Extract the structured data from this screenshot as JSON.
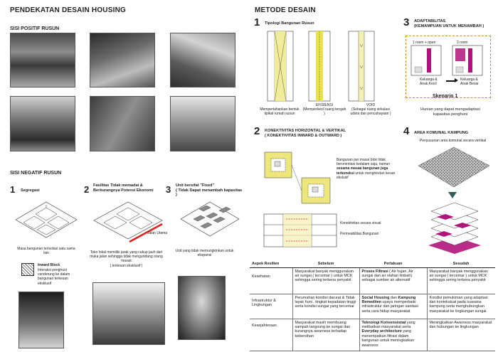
{
  "left": {
    "title": "PENDEKATAN DESAIN  HOUSING",
    "positive_heading": "SISI POSITIF RUSUN",
    "negative_heading": "SISI NEGATIF RUSUN",
    "issues": [
      {
        "number": "1",
        "title": "Segregasi",
        "caption": "Masa bangunan terisolasi satu sama lain"
      },
      {
        "number": "2",
        "title": "Fasilitas Tidak memadai &\nBerkurangnya Potensi Ekonomi",
        "caption": "Toko lokal memiliki jarak yang cukup jauh dari muka jalan sehingga tidak mengundang orang masuk\n( terkesan eksklusif )",
        "road_label": "Jalan Utama"
      },
      {
        "number": "3",
        "title": "Unit bersifat \"Fixed\"\n( Tidak Dapat menambah kapasitas )",
        "caption": "Unit yang tidak memungkinkan untuk ekspansi"
      }
    ],
    "inward_block": {
      "title": "Inward Block",
      "text": "Interaksi penghuni cenderung ke dalam bangunan terkesan eksklusif"
    }
  },
  "right": {
    "title": "METODE DESAIN",
    "sec1": {
      "number": "1",
      "title": "Tipologi Bangunan Rusun",
      "captions": [
        "Mempertahankan bentuk tipikal rumah susun",
        "EFISIENSI\n(Memperkecil ruang tengah )",
        "VOID\n(Sebagai ruang sirkulasi udara dan pencahayaan )"
      ]
    },
    "sec2": {
      "number": "2",
      "title": "KONEKTIVITAS HORIZONTAL & VERTIKAL\n( KONEKTIVITAS INWARD & OUTWARD )",
      "desc_plain_1": "Bangunan per masa/ blok tidak berorientasi kedalam saja, namun ",
      "desc_bold": "sesama masaa bangunan juga terkoneksi",
      "desc_plain_2": " untuk menghindari kesan ekslusif",
      "label_vertical": "Konektivitas secara visual",
      "label_horizontal": "Permeabilitas Bangunan"
    },
    "sec3": {
      "number": "3",
      "title": "ADAPTABILITAS\n(KEMAMPUAN UNTUK MENAMBAH )",
      "unit_a": "1 room + open",
      "unit_b": "2 room",
      "family_a": "Keluarga &\nAnak Kecil",
      "family_b": "Keluarga &\nAnak Besar",
      "scenario": "Skenario 1",
      "caption": "Hunian yang dapat mengadaptasi kapasitas penghuni"
    },
    "sec4": {
      "number": "4",
      "title": "AREA KOMUNAL KAMPUNG",
      "caption": "Penyusunan area komunal secara vertikal"
    }
  },
  "table": {
    "headers": [
      "Aspek Resilien",
      "Sebelum",
      "Perlakuan",
      "Sesudah"
    ],
    "rows": [
      {
        "aspect": "Kesehatan",
        "before": "Masyarakat banyak menggunakan air sungai ( tercemar ) untuk MCK sehingga sering terkena penyakit",
        "treat_bold": "Proses Filtrasi",
        "treat_rest": " ( Air hujan, Air sungai dan air olahan limbah) sebagai sumber air alternatif",
        "after": "Masyarakat banyak menggunakan air sungai ( tercemar ) untuk MCK sehingga sering terkena penyakit"
      },
      {
        "aspect": "Infrastruktur & Lingkungan",
        "before": "Perumahan kondisi darurat & Tidak layak huni , tingkat kepadatan tinggi serta kondisi sungai yang tercemar",
        "treat_bold": "Social Housing",
        "treat_mid": " dan ",
        "treat_bold2": "Kampung Remediten",
        "treat_rest": " upaya memperbaiki infrastruktur dan jaringan sanitasi serta cara hidup masyarakat",
        "after": "Kondisi pemukiman  yang adaptasi dan kontekstual pada suasana kampung serta menghubungkan masyarakat ke lingkungan sungai"
      },
      {
        "aspect": "Kesejahteraan",
        "before": "Masyarakat masih membuang sampah langsung ke sungai dan kurangnya awarness terhadap kebersihan",
        "treat_bold": "Teknologi Konvensional",
        "treat_mid": " yang melibatkan masyarakat serta ",
        "treat_bold2": "Everyday architecture",
        "treat_rest": " yang menempatkan filtrasi dalam bangunan untuk meningkatkan awarness",
        "after": "Meningkatkan Awarness masyarakat dan hubungan ke lingkungan"
      }
    ]
  },
  "colors": {
    "magenta": "#b0147a",
    "yellow": "#e9e24c",
    "red": "#e02020",
    "orange": "#d98a1a"
  }
}
